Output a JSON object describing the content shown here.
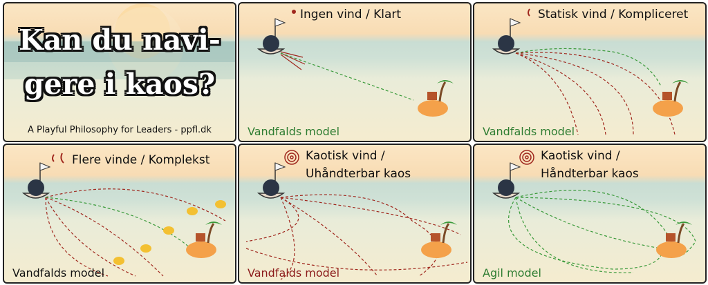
{
  "intro": {
    "title_line1": "Kan du navi-",
    "title_line2": "gere i kaos?",
    "subtitle": "A Playful Philosophy for Leaders - ppfl.dk"
  },
  "panels": [
    {
      "caption_line1": "Ingen vind / Klart",
      "caption_line2": "",
      "model": "Vandfalds model",
      "model_color": "#2e7d32",
      "wind": "dot-icon"
    },
    {
      "caption_line1": "Statisk vind / Kompliceret",
      "caption_line2": "",
      "model": "Vandfalds model",
      "model_color": "#2e7d32",
      "wind": "squiggle-icon"
    },
    {
      "caption_line1": "Flere vinde / Komplekst",
      "caption_line2": "",
      "model": "Vandfalds model",
      "model_color": "#111111",
      "wind": "double-squiggle-icon"
    },
    {
      "caption_line1": "Kaotisk vind /",
      "caption_line2": "Uhåndterbar kaos",
      "model": "Vandfalds model",
      "model_color": "#8b1a1a",
      "wind": "spiral-icon"
    },
    {
      "caption_line1": "Kaotisk vind /",
      "caption_line2": "Håndterbar kaos",
      "model": "Agil model",
      "model_color": "#2e7d32",
      "wind": "spiral-icon"
    }
  ],
  "colors": {
    "red_path": "#a0281e",
    "green_path": "#3a9a3a",
    "panel_border": "#222222"
  }
}
